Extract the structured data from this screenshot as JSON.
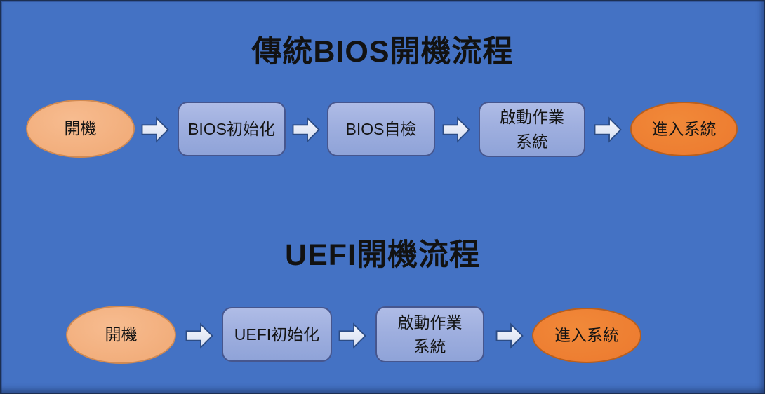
{
  "slide": {
    "background_color": "#4472C4",
    "frame_border_color": "#1C2F52"
  },
  "styles": {
    "start_ellipse_fill": "#F2AE7C",
    "start_ellipse_border": "#D18A52",
    "end_ellipse_fill": "#ED7D31",
    "end_ellipse_border": "#B95F1D",
    "process_rect_fill_top": "#AFBCE6",
    "process_rect_fill_bottom": "#8FA3D8",
    "process_rect_border": "#46568E",
    "arrow_fill_top": "#F5F7FC",
    "arrow_fill_bottom": "#D6DEF1",
    "arrow_border": "#2C4C85",
    "title_color": "#121212",
    "text_color": "#141414"
  },
  "flowcharts": [
    {
      "title": "傳統BIOS開機流程",
      "connector_icon": "right-arrow-icon",
      "steps": [
        {
          "label": "開機",
          "shape": "ellipse-start"
        },
        {
          "label": "BIOS初始化",
          "shape": "process"
        },
        {
          "label": "BIOS自檢",
          "shape": "process"
        },
        {
          "label": "啟動作業\n系統",
          "shape": "process"
        },
        {
          "label": "進入系統",
          "shape": "ellipse-end"
        }
      ]
    },
    {
      "title": "UEFI開機流程",
      "connector_icon": "right-arrow-icon",
      "steps": [
        {
          "label": "開機",
          "shape": "ellipse-start"
        },
        {
          "label": "UEFI初始化",
          "shape": "process"
        },
        {
          "label": "啟動作業\n系統",
          "shape": "process"
        },
        {
          "label": "進入系統",
          "shape": "ellipse-end"
        }
      ]
    }
  ]
}
